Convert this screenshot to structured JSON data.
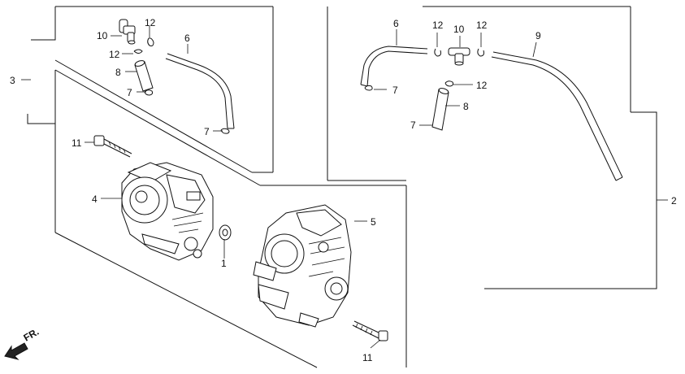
{
  "callouts": {
    "c1": "1",
    "c2": "2",
    "c3": "3",
    "c4": "4",
    "c5": "5",
    "c6_left": "6",
    "c6_right": "6",
    "c7_left_a": "7",
    "c7_left_b": "7",
    "c7_right_a": "7",
    "c7_right_b": "7",
    "c8_left": "8",
    "c8_right": "8",
    "c9": "9",
    "c10_left": "10",
    "c10_right": "10",
    "c11_top": "11",
    "c11_bottom": "11",
    "c12_left_a": "12",
    "c12_left_b": "12",
    "c12_right_a": "12",
    "c12_right_b": "12",
    "c12_right_c": "12"
  },
  "direction": {
    "label": "FR.",
    "icon": "front-arrow-icon"
  }
}
